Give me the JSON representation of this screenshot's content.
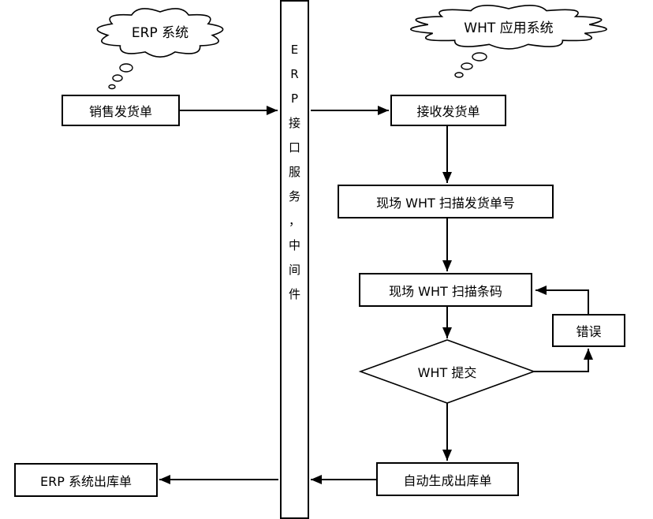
{
  "diagram": {
    "clouds": {
      "erp_label": "ERP 系统",
      "wht_label": "WHT 应用系统"
    },
    "middleware_text": "E\nR\nP\n接\n口\n服\n务\n，\n中\n间\n件",
    "nodes": {
      "sales_delivery": "销售发货单",
      "receive_delivery": "接收发货单",
      "scan_delivery_number": "现场 WHT 扫描发货单号",
      "scan_barcode": "现场 WHT 扫描条码",
      "error": "错误",
      "decision": "WHT 提交",
      "auto_outbound": "自动生成出库单",
      "erp_outbound": "ERP 系统出库单"
    },
    "colors": {
      "stroke": "#000000",
      "fill": "#ffffff"
    }
  }
}
